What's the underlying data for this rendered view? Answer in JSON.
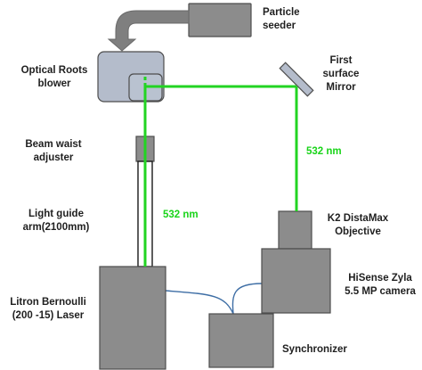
{
  "diagram": {
    "colors": {
      "beam": "#22d422",
      "device_fill": "#8c8c8c",
      "device_stroke": "#4d4d4d",
      "blower_fill": "#b4bccb",
      "cable": "#3e6ea5"
    },
    "labels": {
      "particle_seeder": [
        "Particle",
        "seeder"
      ],
      "blower": [
        "Optical Roots",
        "blower"
      ],
      "mirror": [
        "First",
        "surface",
        "Mirror"
      ],
      "beam_waist": [
        "Beam waist",
        "adjuster"
      ],
      "light_guide": [
        "Light guide",
        "arm(2100mm)"
      ],
      "laser": [
        "Litron Bernoulli",
        "(200 -15) Laser"
      ],
      "objective": [
        "K2 DistaMax",
        "Objective"
      ],
      "camera": [
        "HiSense Zyla",
        "5.5 MP camera"
      ],
      "synchronizer": "Synchronizer",
      "wavelength_vertical": "532 nm",
      "wavelength_arm": "532 nm"
    }
  }
}
